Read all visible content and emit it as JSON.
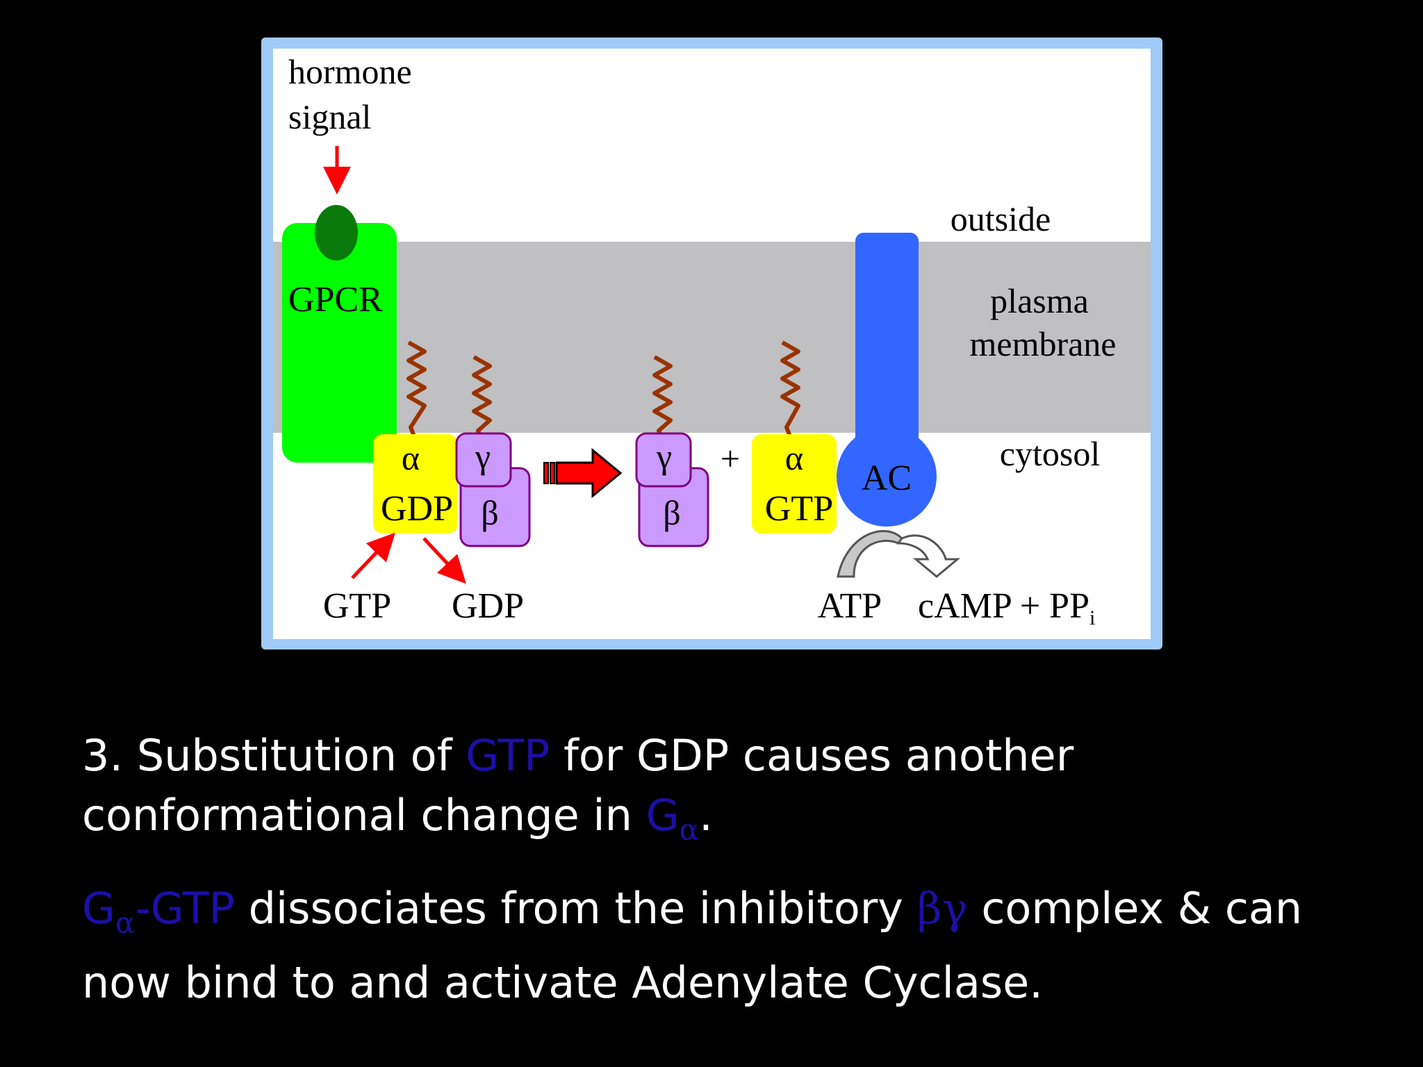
{
  "diagram": {
    "labels": {
      "hormone_line1": "hormone",
      "hormone_line2": "signal",
      "outside": "outside",
      "plasma_line1": "plasma",
      "plasma_line2": "membrane",
      "cytosol": "cytosol",
      "gpcr": "GPCR",
      "alpha": "α",
      "gdp_bound": "GDP",
      "gamma": "γ",
      "beta": "β",
      "gamma2": "γ",
      "beta2": "β",
      "plus": "+",
      "alpha2": "α",
      "gtp_bound": "GTP",
      "ac": "AC",
      "gtp_free": "GTP",
      "gdp_free": "GDP",
      "atp": "ATP",
      "camp": "cAMP + PP",
      "camp_sub": "i"
    },
    "colors": {
      "gpcr": "#00ff00",
      "hormone": "#0a7a0a",
      "membrane": "#c0bfc1",
      "g_alpha": "#ffff00",
      "g_betagamma": "#cc99ff",
      "betagamma_border": "#800080",
      "lipid_tail": "#993300",
      "adenylate_cyclase": "#3366ff",
      "arrows": "#ff0000",
      "reaction_arrow": "#c8c8c8"
    }
  },
  "text": {
    "p1_a": "3. Substitution of ",
    "p1_gtp": "GTP",
    "p1_b": " for GDP causes another",
    "p1_c": "conformational change in ",
    "p1_g": "G",
    "p1_alpha": "α",
    "p1_end": ".",
    "p2_g": "G",
    "p2_alpha": "α",
    "p2_gtp": "-GTP",
    "p2_a": " dissociates from the inhibitory ",
    "p2_bg": "βγ",
    "p2_b": " complex & can",
    "p2_c": "now bind to and activate Adenylate Cyclase."
  }
}
